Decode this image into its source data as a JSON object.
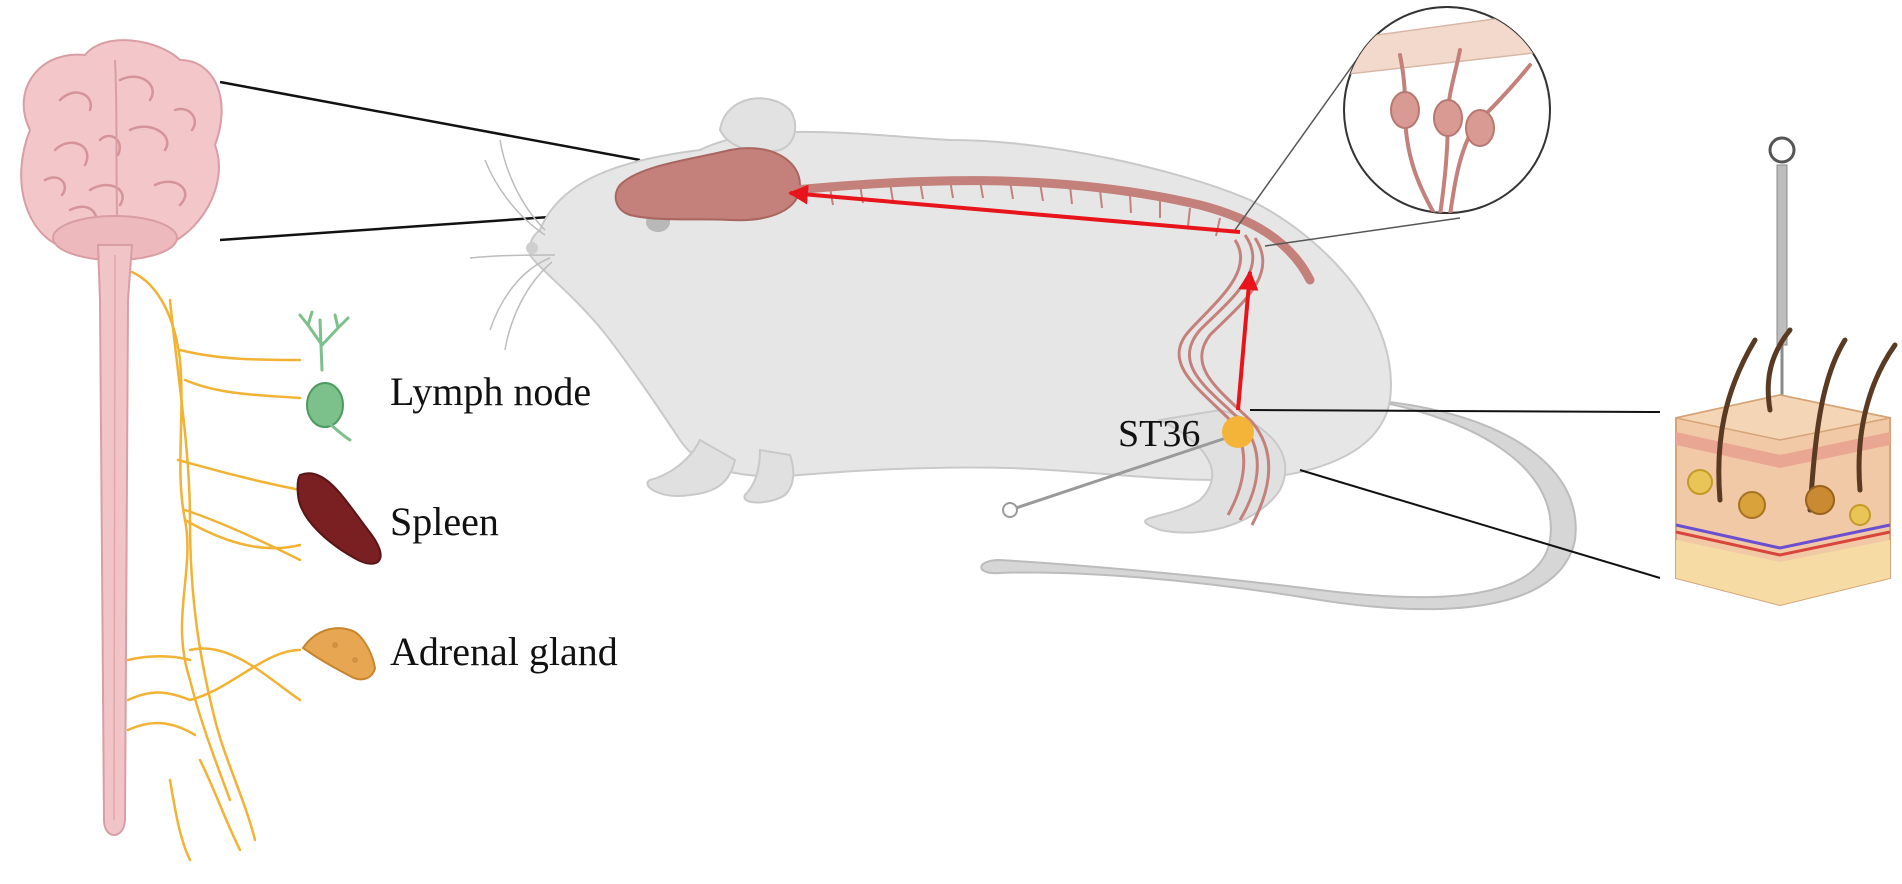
{
  "labels": {
    "lymph_node": "Lymph node",
    "spleen": "Spleen",
    "adrenal_gland": "Adrenal gland",
    "acupoint": "ST36"
  },
  "colors": {
    "signal_arrow": "#e8141b",
    "nerve_yellow": "#f2b233",
    "brain_pink": "#f3c6c9",
    "cord_pink": "#f1c5c8",
    "mouse_body": "#e6e6e6",
    "mouse_outline": "#c9c9c9",
    "rodent_nervous_system": "#c4807a",
    "spleen": "#7a1f22",
    "lymph_node": "#7cc08b",
    "adrenal_gland": "#e7a651",
    "acupoint_dot": "#f4b43a",
    "leader_line": "#111111"
  },
  "icons": [
    "human-brain-icon",
    "spinal-cord-icon",
    "lymph-node-icon",
    "spleen-icon",
    "adrenal-gland-icon",
    "mouse-icon",
    "acupuncture-needle-icon",
    "skin-cross-section-icon",
    "drg-neuron-zoom-icon"
  ]
}
